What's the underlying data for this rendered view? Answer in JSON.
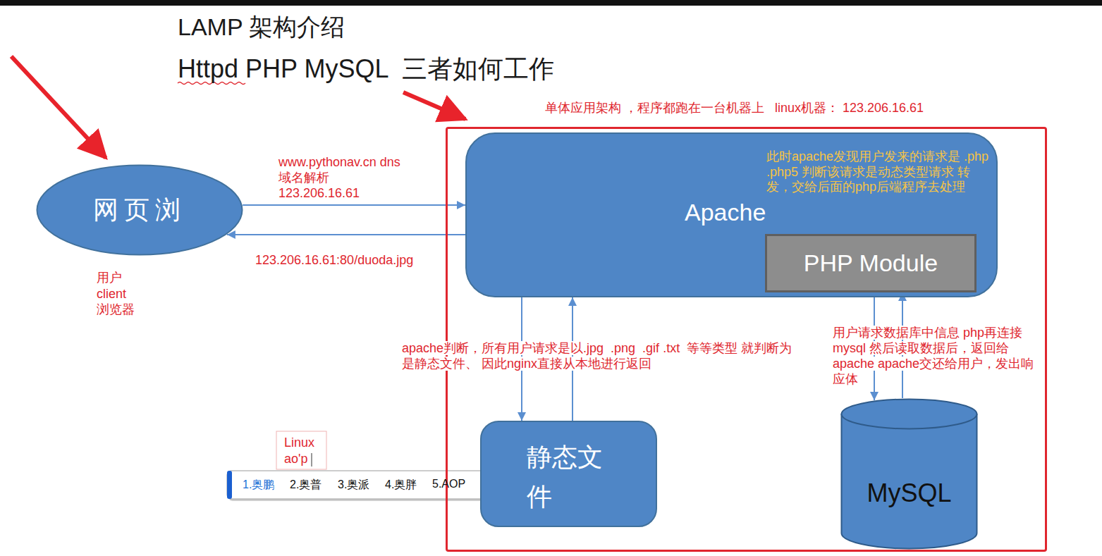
{
  "diagram": {
    "title": "LAMP 架构介绍",
    "nodes": [
      {
        "text": [
          "网页浏",
          "用户 client 浏览器"
        ]
      },
      {
        "text": [
          "单体应用架构 ，程序都跑在一台机器上   linux机器： 123.206.16.61"
        ]
      },
      {
        "text": [
          "Apache",
          "此时apache发现用户发来的请求是 .php  .php5 判断该请求是动态类型请求 转发，交给后面的php后端程序去处理"
        ],
        "in": 1
      },
      {
        "text": [
          "PHP Module"
        ],
        "in": 2
      },
      {
        "text": [
          "静态文件"
        ],
        "in": 1
      },
      {
        "text": [
          "MySQL"
        ],
        "in": 1
      }
    ],
    "edges": [
      {
        "from": 0,
        "to": 2,
        "arrow": "to",
        "label": "www.pythonav.cn dns域名解析 123.206.16.61"
      },
      {
        "from": 2,
        "to": 0,
        "arrow": "to",
        "label": "123.206.16.61:80/duoda.jpg"
      },
      {
        "from": 2,
        "to": 4,
        "arrow": "to"
      },
      {
        "from": 4,
        "to": 2,
        "arrow": "to"
      },
      {
        "from": 3,
        "to": 5,
        "arrow": "to"
      },
      {
        "from": 5,
        "to": 3,
        "arrow": "to"
      }
    ],
    "labels": [
      "Httpd PHP MySQL  三者如何工作",
      "apache判断，所有用户请求是以.jpg  .png  .gif .txt  等等类型 就判断为是静态文件、 因此nginx直接从本地进行返回",
      "用户请求数据库中信息 php再连接mysql 然后读取数据后，返回给apache apache交还给用户，发出响应体",
      "Linux",
      "ao'p",
      "1.奥鹏",
      "2.奥普",
      "3.奥派",
      "4.奥胖",
      "5.AOP"
    ]
  }
}
